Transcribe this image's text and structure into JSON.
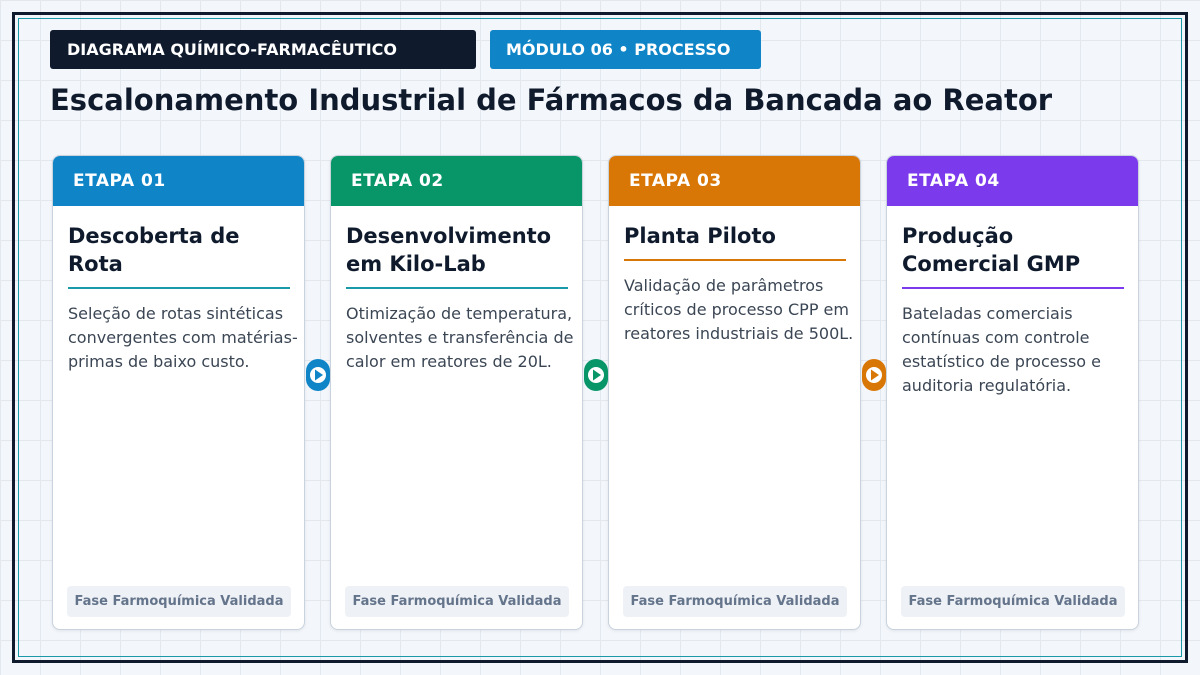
{
  "header": {
    "category_tag": "DIAGRAMA QUÍMICO-FARMACÊUTICO",
    "module_tag": "MÓDULO 06 • PROCESSO",
    "title": "Escalonamento Industrial de Fármacos da Bancada ao Reator"
  },
  "colors": {
    "dark": "#0f1b2d",
    "accent_blue": "#0f85c8",
    "stage_01": "#0f85c8",
    "stage_02": "#089669",
    "stage_03": "#d97706",
    "stage_04": "#7c3aed"
  },
  "stages": [
    {
      "label": "ETAPA 01",
      "title": "Descoberta de Rota",
      "description": "Seleção de rotas sintéticas convergentes com matérias-primas de baixo custo.",
      "footer": "Fase Farmoquímica Validada"
    },
    {
      "label": "ETAPA 02",
      "title": "Desenvolvimento em Kilo-Lab",
      "description": "Otimização de temperatura, solventes e transferência de calor em reatores de 20L.",
      "footer": "Fase Farmoquímica Validada"
    },
    {
      "label": "ETAPA 03",
      "title": "Planta Piloto",
      "description": "Validação de parâmetros críticos de processo CPP em reatores industriais de 500L.",
      "footer": "Fase Farmoquímica Validada"
    },
    {
      "label": "ETAPA 04",
      "title": "Produção Comercial GMP",
      "description": "Bateladas comerciais contínuas com controle estatístico de processo e auditoria regulatória.",
      "footer": "Fase Farmoquímica Validada"
    }
  ],
  "connectors": [
    {
      "icon": "play-arrow-icon",
      "color": "#0f85c8"
    },
    {
      "icon": "play-arrow-icon",
      "color": "#089669"
    },
    {
      "icon": "play-arrow-icon",
      "color": "#d97706"
    }
  ]
}
